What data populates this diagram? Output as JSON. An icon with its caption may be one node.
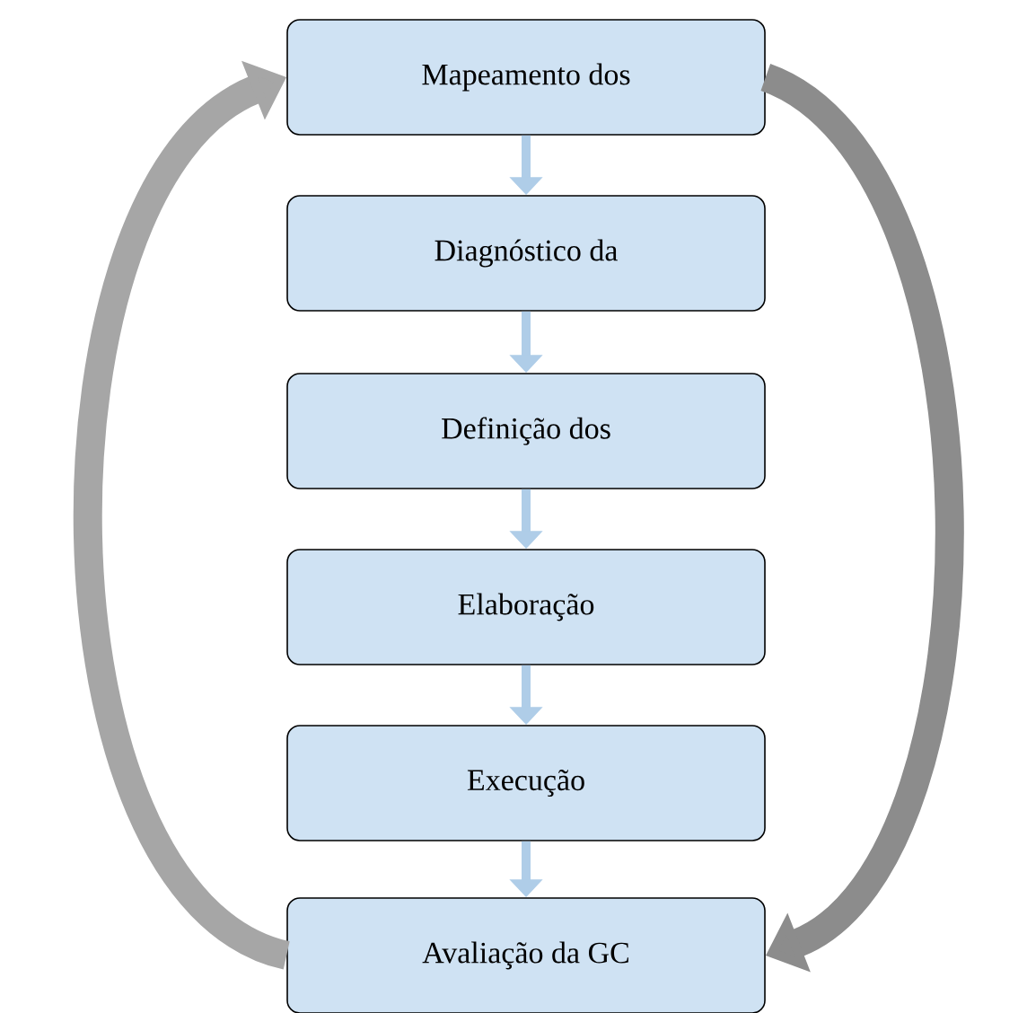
{
  "diagram": {
    "nodes": [
      {
        "text": [
          "Mapeamento dos"
        ]
      },
      {
        "text": [
          "Diagnóstico da"
        ]
      },
      {
        "text": [
          "Definição dos"
        ]
      },
      {
        "text": [
          "Elaboração"
        ]
      },
      {
        "text": [
          "Execução"
        ]
      },
      {
        "text": [
          "Avaliação da GC"
        ]
      }
    ],
    "edges": [
      {
        "from": 0,
        "to": 1,
        "arrow": "to"
      },
      {
        "from": 1,
        "to": 2,
        "arrow": "to"
      },
      {
        "from": 2,
        "to": 3,
        "arrow": "to"
      },
      {
        "from": 3,
        "to": 4,
        "arrow": "to"
      },
      {
        "from": 4,
        "to": 5,
        "arrow": "to"
      },
      {
        "from": 5,
        "to": 0,
        "arrow": "to",
        "style": "thick",
        "color": "#a6a6a6"
      },
      {
        "from": 0,
        "to": 5,
        "arrow": "to",
        "style": "thick",
        "color": "#8c8c8c"
      }
    ]
  }
}
